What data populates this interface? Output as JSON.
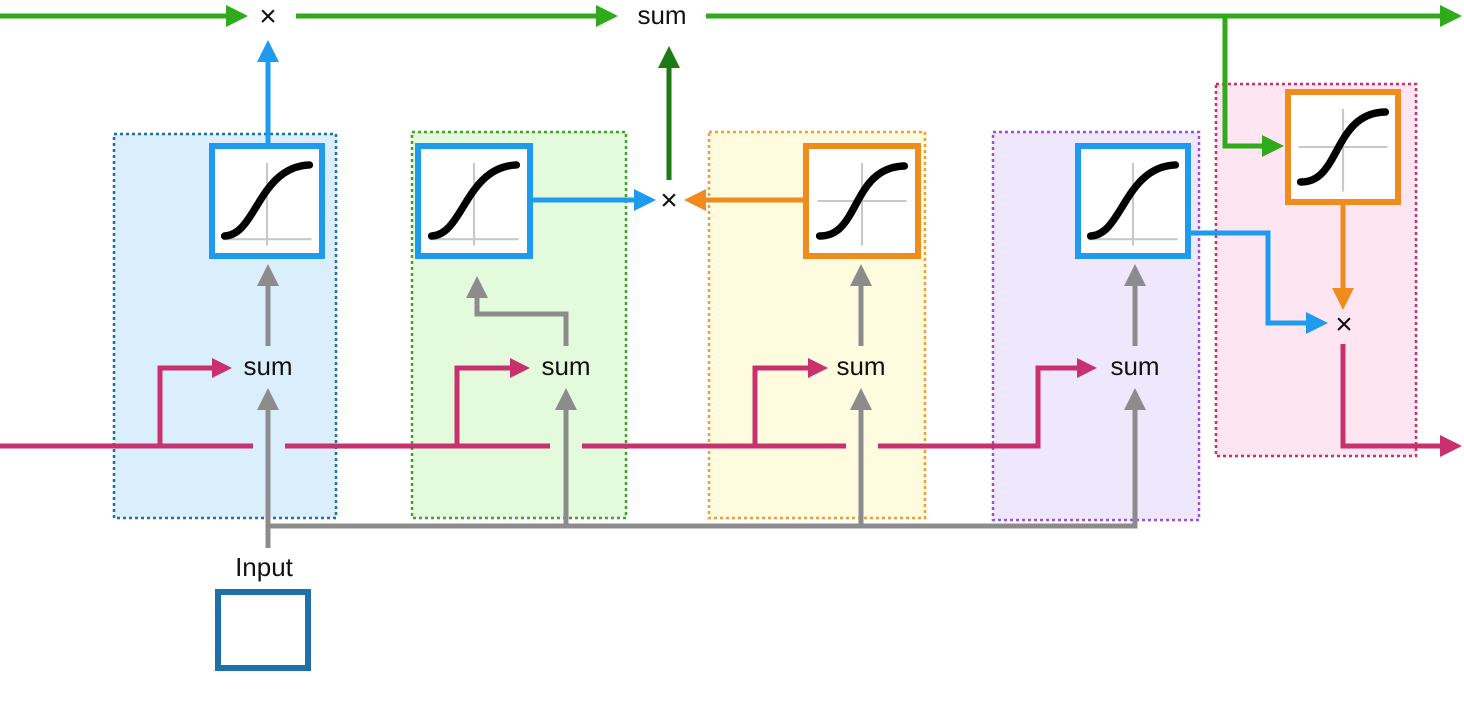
{
  "colors": {
    "cell_state": "#2eaa1a",
    "cell_state_dark": "#1e7a14",
    "hidden_state": "#c8306e",
    "input": "#8c8c8c",
    "sigmoid": "#1e9bef",
    "tanh": "#f08c1e",
    "input_box": "#1f6fa8"
  },
  "labels": {
    "sum": "sum",
    "multiply": "×",
    "input": "Input"
  },
  "icons": {
    "sigmoid": "sigmoid-curve-icon",
    "tanh": "tanh-curve-icon"
  },
  "stages": [
    {
      "name": "forget-gate",
      "fill": "#dbeefc",
      "border": "#1f6fa8",
      "activation": "sigmoid"
    },
    {
      "name": "input-gate",
      "fill": "#e4fadc",
      "border": "#3ba52a",
      "activation": "sigmoid"
    },
    {
      "name": "candidate",
      "fill": "#fefbdf",
      "border": "#f0a030",
      "activation": "tanh"
    },
    {
      "name": "output-gate",
      "fill": "#efe8fd",
      "border": "#9d4fe0",
      "activation": "sigmoid"
    },
    {
      "name": "output-tanh",
      "fill": "#fde6f2",
      "border": "#c8306e",
      "activation": "tanh"
    }
  ]
}
